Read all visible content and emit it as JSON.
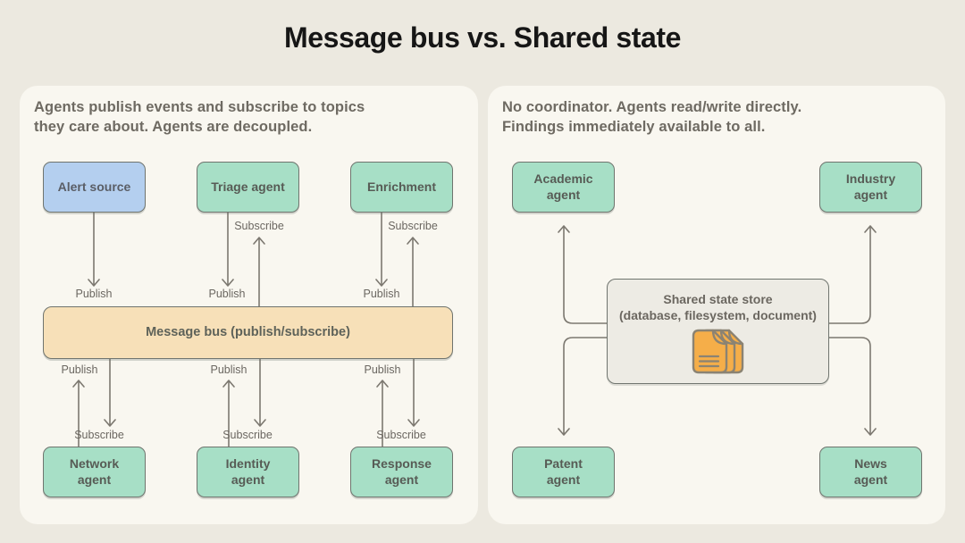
{
  "title": "Message bus vs. Shared state",
  "labels": {
    "publish": "Publish",
    "subscribe": "Subscribe"
  },
  "left_panel": {
    "description": "Agents publish events and subscribe to topics\nthey care about. Agents are decoupled.",
    "top_agents": [
      "Alert source",
      "Triage agent",
      "Enrichment"
    ],
    "bus_label": "Message bus (publish/subscribe)",
    "bottom_agents": [
      "Network\nagent",
      "Identity\nagent",
      "Response\nagent"
    ]
  },
  "right_panel": {
    "description": "No coordinator. Agents read/write directly.\nFindings immediately available to all.",
    "top_agents": [
      "Academic\nagent",
      "Industry\nagent"
    ],
    "store_label": "Shared state store\n(database, filesystem, document)",
    "bottom_agents": [
      "Patent\nagent",
      "News\nagent"
    ]
  },
  "icons": {
    "store_documents": "stacked-documents-icon"
  },
  "colors": {
    "page_background": "#ECE9E0",
    "panel_background": "#F9F7F0",
    "agent_green": "#A7DFC6",
    "source_blue": "#B4CFEF",
    "bus_orange": "#F7E0B8",
    "store_gray": "#EDEBE4",
    "wire_gray": "#7C7870",
    "document_orange": "#F5AE49",
    "title_text": "#161616",
    "body_text": "#6E6A62"
  }
}
